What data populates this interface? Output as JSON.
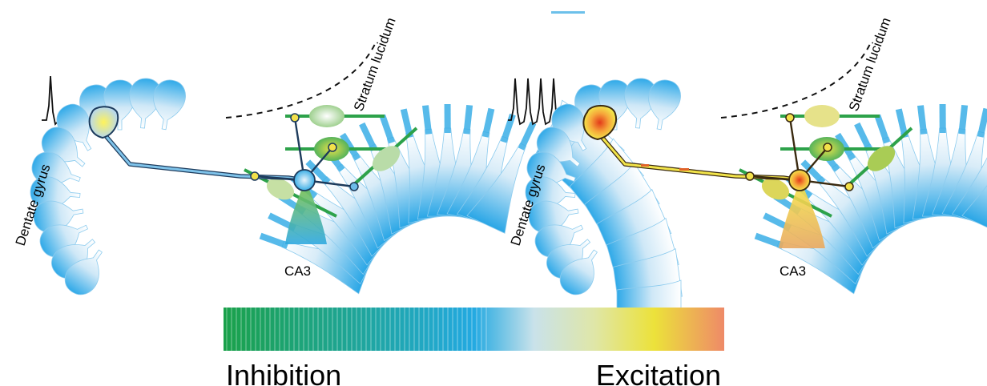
{
  "panels": [
    {
      "dentate_label": "Dentate gyrus",
      "ca3_label": "CA3",
      "stratum_label": "Stratum lucidum",
      "state": "single-spike"
    },
    {
      "dentate_label": "Dentate gyrus",
      "ca3_label": "CA3",
      "stratum_label": "Stratum lucidum",
      "state": "burst"
    }
  ],
  "colorbar": {
    "left_label": "Inhibition",
    "right_label": "Excitation",
    "colors": [
      "#1aa14a",
      "#23a9e1",
      "#ffffff",
      "#e8e23a",
      "#ee8a68"
    ]
  }
}
